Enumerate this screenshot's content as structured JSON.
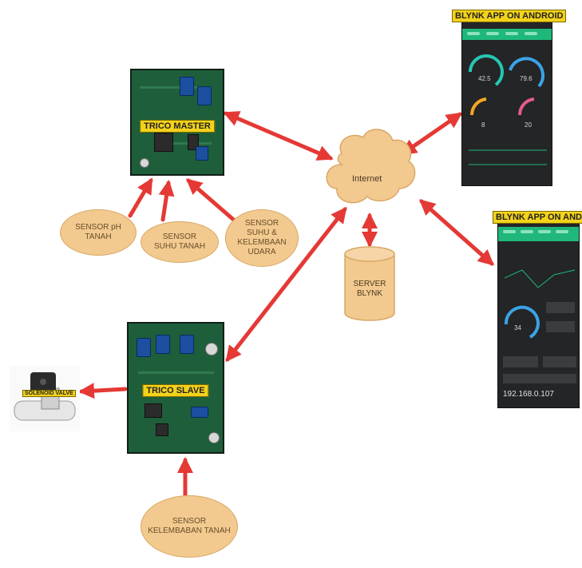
{
  "labels": {
    "master": "TRICO MASTER",
    "slave": "TRICO SLAVE",
    "internet": "Internet",
    "server": "SERVER\nBLYNK",
    "sensor_ph": "SENSOR pH\nTANAH",
    "sensor_suhu_tanah": "SENSOR\nSUHU TANAH",
    "sensor_suhu_udara": "SENSOR\nSUHU &\nKELEMBAAN\nUDARA",
    "sensor_kelembaban_tanah": "SENSOR\nKELEMBABAN TANAH",
    "valve": "SOLENOID VALVE",
    "app_top": "BLYNK APP ON ANDROID",
    "app_bottom": "BLYNK APP ON ANDROID",
    "ip_address": "192.168.0.107"
  },
  "colors": {
    "arrow": "#e53935",
    "shape_fill": "#f2c98f",
    "shape_stroke": "#d9a865",
    "board_label": "#f3d21a",
    "app_bar": "#1fb87a",
    "gauge_teal": "#26c6b4",
    "gauge_blue": "#3aa3e6",
    "gauge_orange": "#f5a623",
    "gauge_pink": "#e65a8c"
  },
  "gauges_top": [
    "42.5",
    "79.6",
    "8",
    "20"
  ],
  "gauge_bottom": "34",
  "icons": [
    "pcb-board",
    "cloud",
    "database-cylinder",
    "solenoid-valve",
    "phone-screen"
  ]
}
